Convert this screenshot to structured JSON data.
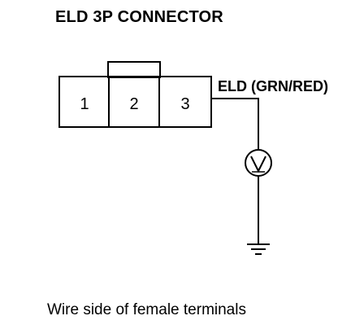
{
  "title": "ELD 3P CONNECTOR",
  "connector": {
    "pins": [
      "1",
      "2",
      "3"
    ]
  },
  "wire": {
    "label": "ELD (GRN/RED)"
  },
  "meter": {
    "symbol": "V",
    "icon": "voltmeter-icon"
  },
  "ground": {
    "icon": "ground-icon"
  },
  "footer": "Wire side of female terminals"
}
